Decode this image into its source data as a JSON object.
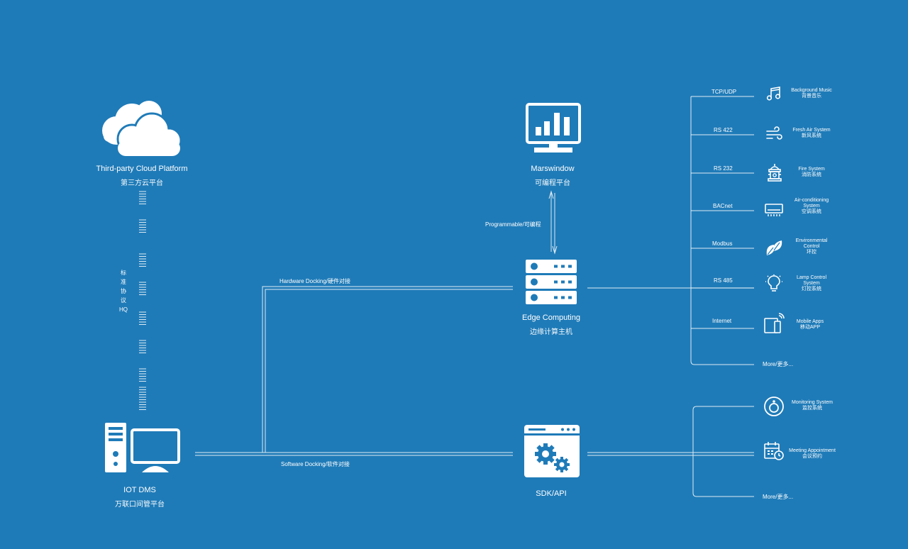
{
  "nodes": {
    "cloud": {
      "en": "Third-party Cloud Platform",
      "zh": "第三方云平台"
    },
    "marswindow": {
      "en": "Marswindow",
      "zh": "可编程平台"
    },
    "edge": {
      "en": "Edge Computing",
      "zh": "边缘计算主机"
    },
    "sdk": {
      "en": "SDK/API"
    },
    "iot": {
      "en": "IOT DMS",
      "zh": "万联口间管平台"
    }
  },
  "edges": {
    "programmable": "Programmable/可编程",
    "hardware": "Hardware Docking/硬件对接",
    "software": "Software Docking/软件对接",
    "vertical": [
      "标",
      "准",
      "协",
      "议",
      "HQ"
    ]
  },
  "protocols": [
    "TCP/UDP",
    "RS 422",
    "RS 232",
    "BACnet",
    "Modbus",
    "RS 485",
    "Internet"
  ],
  "devices": [
    {
      "icon": "music-note-icon",
      "en": "Background Music",
      "zh": "背景音乐"
    },
    {
      "icon": "wind-icon",
      "en": "Fresh Air System",
      "zh": "新风系统"
    },
    {
      "icon": "fire-hydrant-icon",
      "en": "Fire System",
      "zh": "消防系统"
    },
    {
      "icon": "air-conditioner-icon",
      "en": "Air-conditioning System",
      "zh": "空调系统"
    },
    {
      "icon": "leaf-icon",
      "en": "Environmental Control",
      "zh": "环控"
    },
    {
      "icon": "light-bulb-icon",
      "en": "Lamp Control System",
      "zh": "灯控系统"
    },
    {
      "icon": "mobile-devices-icon",
      "en": "Mobile Apps",
      "zh": "移动APP"
    }
  ],
  "more_top": "More/更多...",
  "apps": [
    {
      "icon": "camera-icon",
      "en": "Monitoring System",
      "zh": "监控系统"
    },
    {
      "icon": "calendar-clock-icon",
      "en": "Meeting Appointment",
      "zh": "会议预约"
    }
  ],
  "more_bottom": "More/更多..."
}
